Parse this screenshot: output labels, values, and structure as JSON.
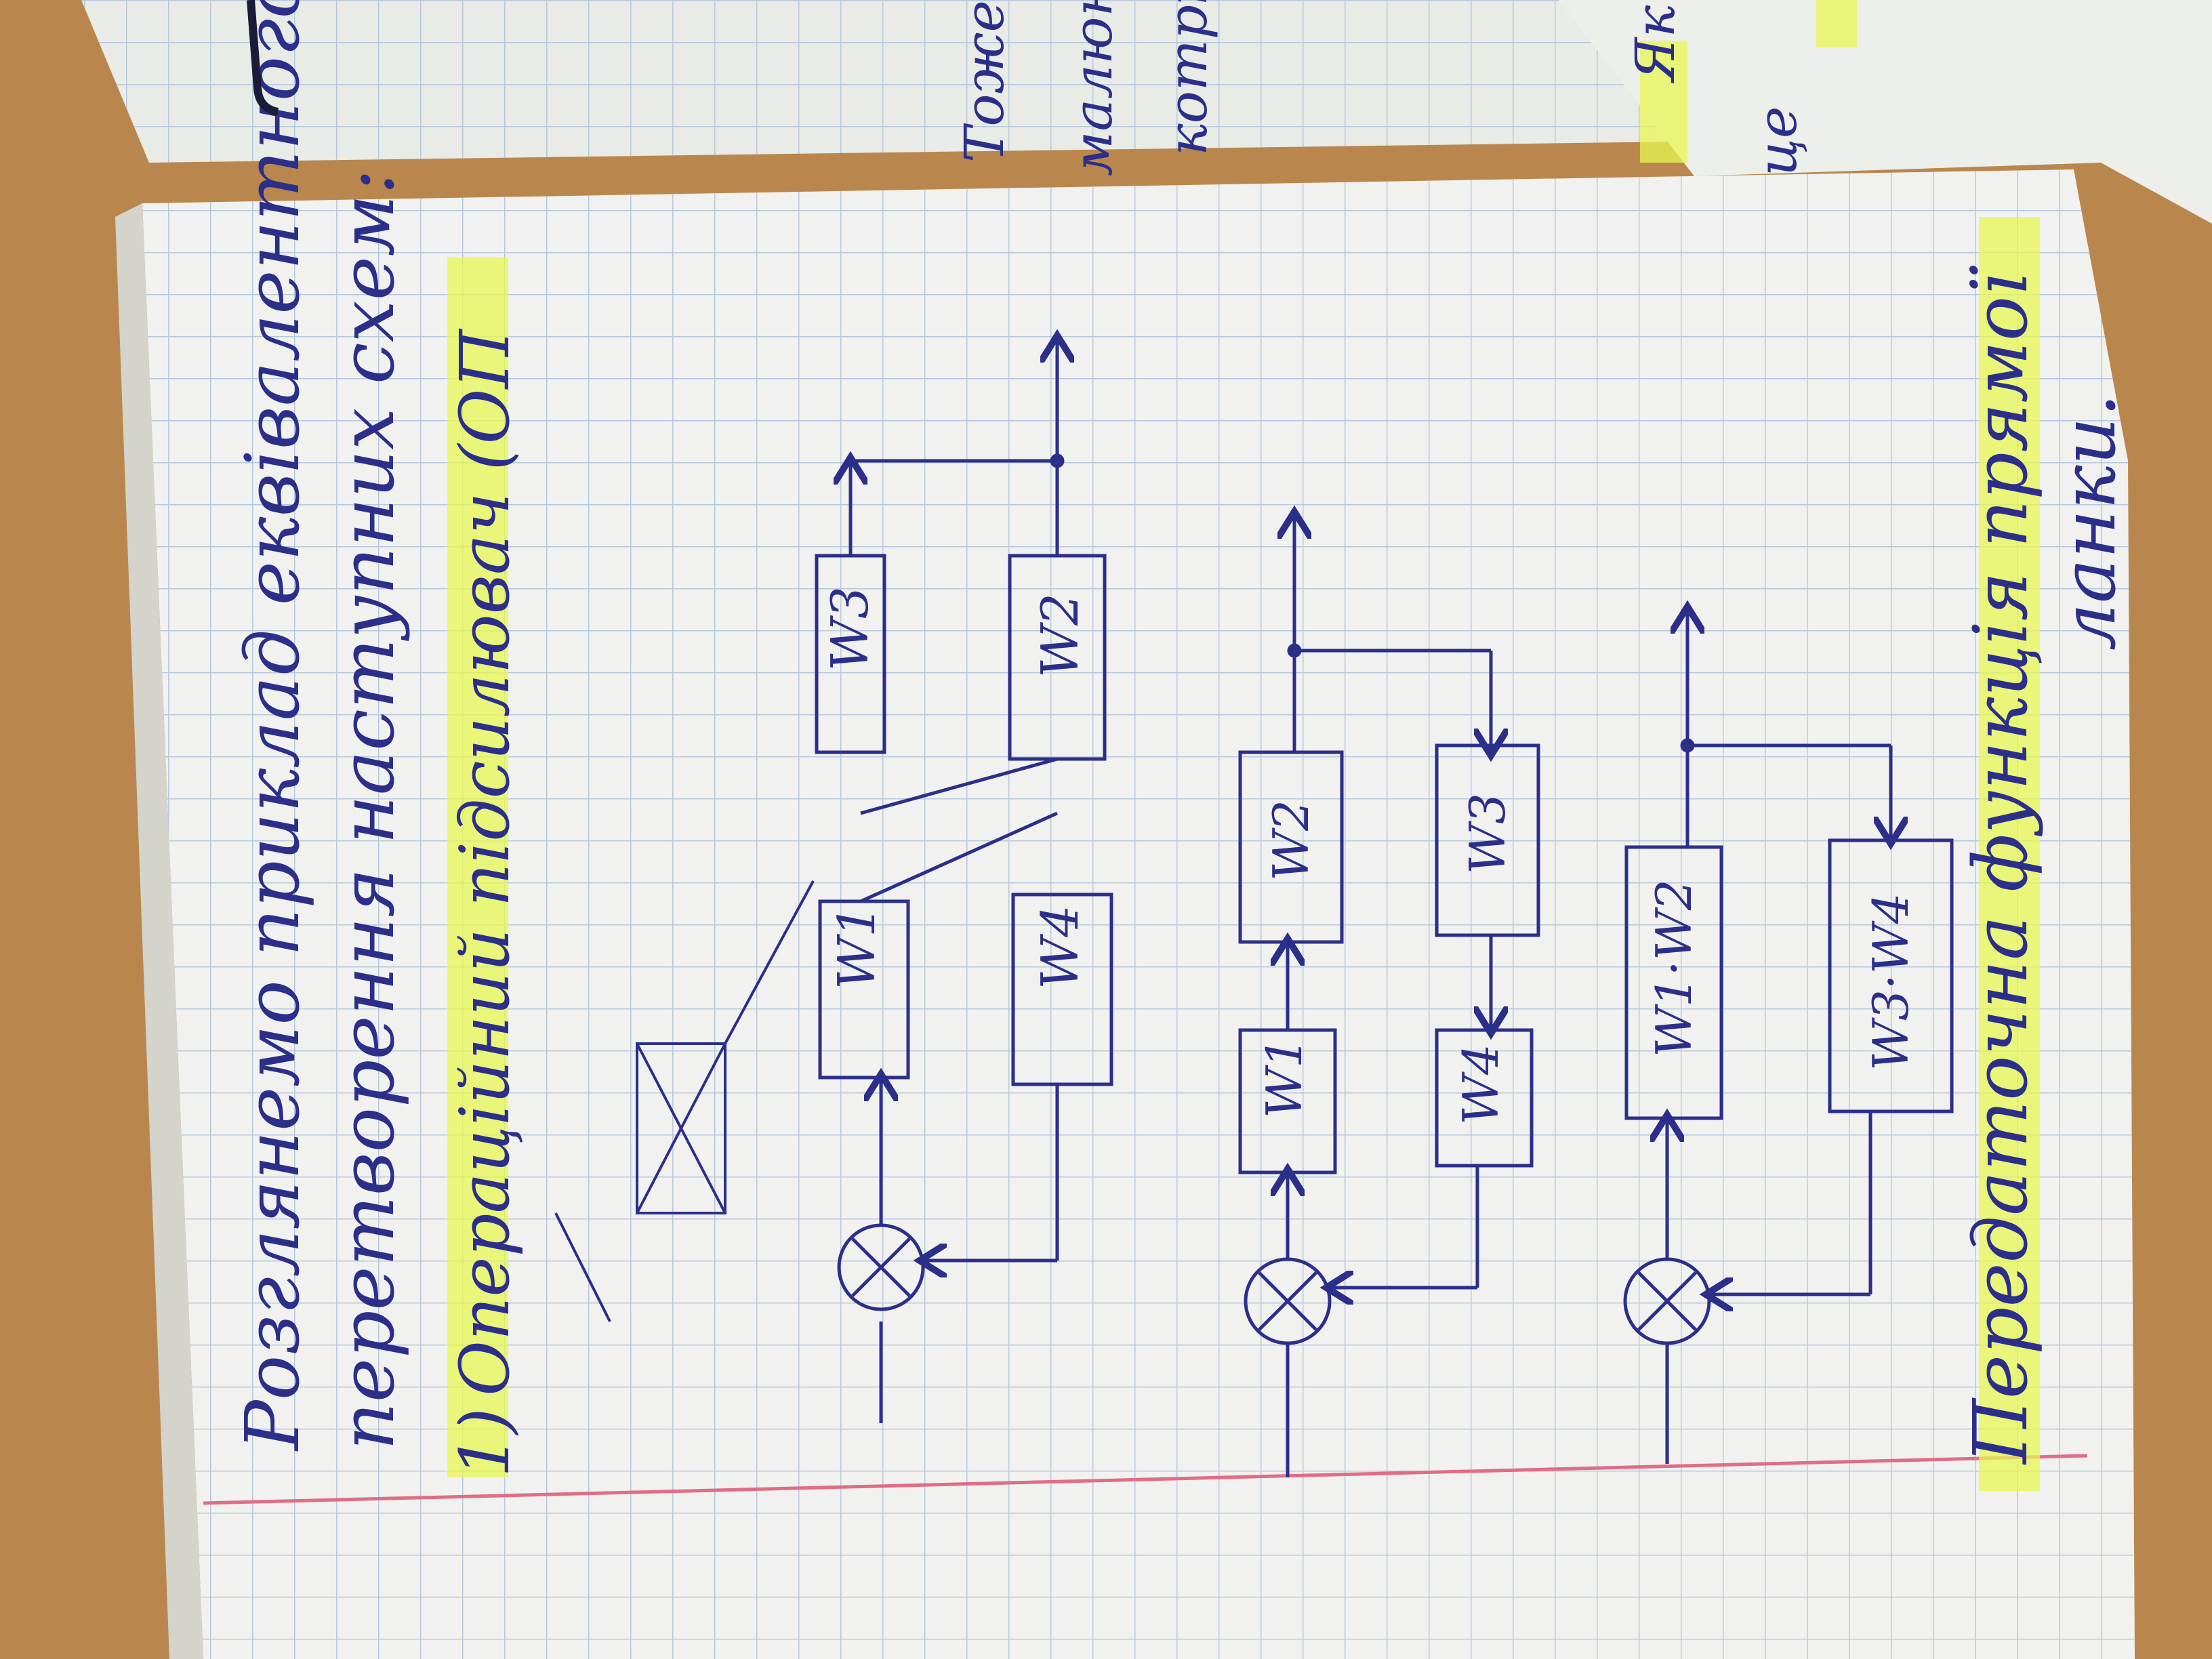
{
  "colors": {
    "paper": "#f1f2ef",
    "grid": "#b8c8dc",
    "ink": "#2b2f8a",
    "highlighter": "#e7f752",
    "margin_line": "#e06d86",
    "desk": "#b9874e"
  },
  "notebook": {
    "heading_line1": "Розглянемо приклад еквівалентного",
    "heading_line2": "перетворення наступних схем:",
    "item_marker": "1)",
    "item_line1": "Операційний підсилювач (ОП",
    "bottom_line1": "Передаточна функція прямої",
    "bottom_line2": "ланки.",
    "right_page_words": [
      "Тоже",
      "малюн",
      "котрі"
    ],
    "right_page_heading": "Як",
    "right_page_partial": "це",
    "diagram1": {
      "blocks": [
        "W1",
        "W3",
        "W4",
        "W2"
      ]
    },
    "diagram2": {
      "blocks": [
        "W1",
        "W2",
        "W4",
        "W3"
      ]
    },
    "diagram3": {
      "blocks": [
        "W1·W2",
        "W3·W4"
      ]
    }
  }
}
